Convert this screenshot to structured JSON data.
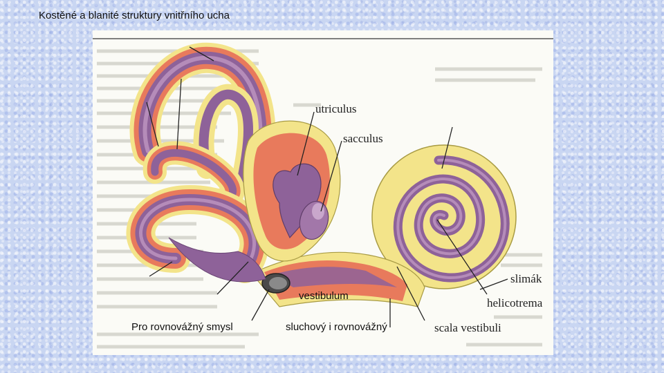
{
  "slide": {
    "title": "Kostěné a blanité struktury vnitřního ucha"
  },
  "figure": {
    "printed_labels": {
      "utriculus": "utriculus",
      "sacculus": "sacculus",
      "slimak": "slimák",
      "helicotrema": "helicotrema",
      "scala_vestibuli": "scala vestibuli"
    }
  },
  "overlay_labels": {
    "vestibulum": "vestibulum",
    "balance": "Pro rovnovážný smysl",
    "hearing": "sluchový i rovnovážný"
  },
  "colors": {
    "bone_outer": "#f3e48a",
    "bone_inner": "#e87a5c",
    "membrane": "#8e6299",
    "membrane_light": "#b58cb9",
    "paper": "#fbfbf6"
  }
}
